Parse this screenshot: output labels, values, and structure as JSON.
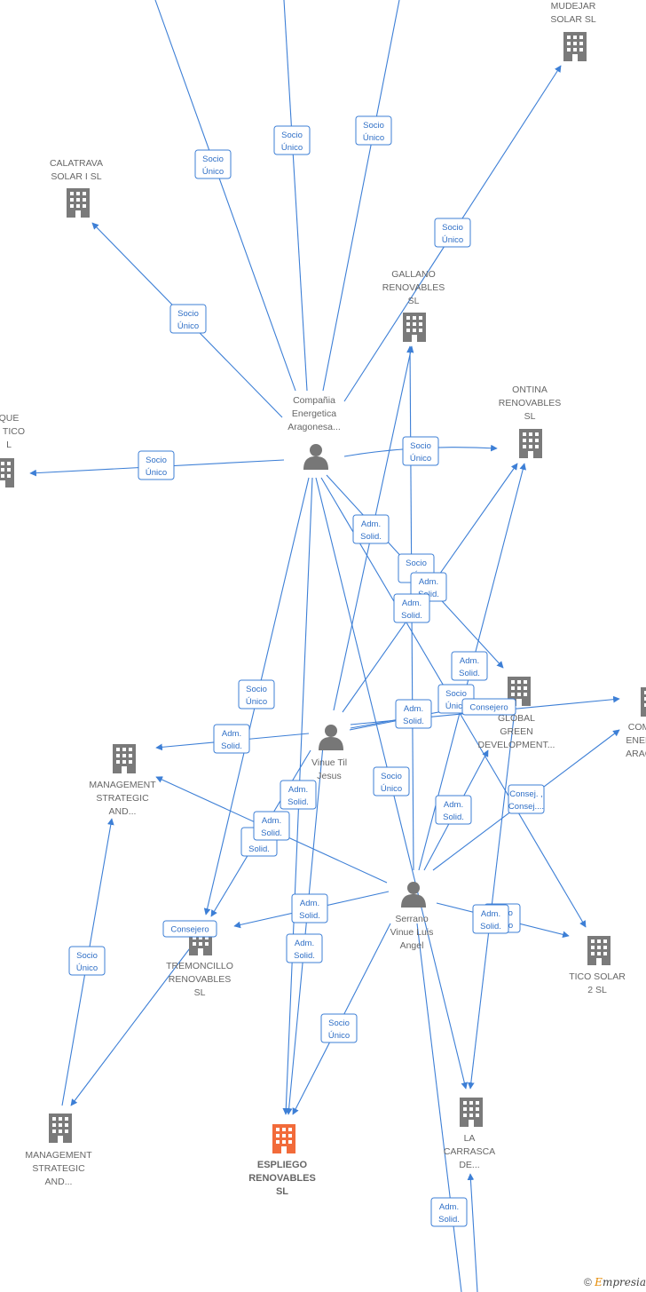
{
  "colors": {
    "edge": "#3d7fd6",
    "company": "#888888",
    "main_company": "#f26b3a",
    "person": "#777777",
    "label": "#666666"
  },
  "nodes": [
    {
      "id": "mudejar",
      "type": "company",
      "label": [
        "MUDEJAR",
        "SOLAR  SL"
      ],
      "icon": "building-icon"
    },
    {
      "id": "calatrava",
      "type": "company",
      "label": [
        "CALATRAVA",
        "SOLAR I  SL"
      ],
      "icon": "building-icon"
    },
    {
      "id": "gallano",
      "type": "company",
      "label": [
        "GALLANO",
        "RENOVABLES",
        "SL"
      ],
      "icon": "building-icon"
    },
    {
      "id": "ontina",
      "type": "company",
      "label": [
        "ONTINA",
        "RENOVABLES",
        "SL"
      ],
      "icon": "building-icon"
    },
    {
      "id": "parque",
      "type": "company",
      "label": [
        "QUE",
        "O TICO",
        "L"
      ],
      "icon": "building-icon"
    },
    {
      "id": "compania",
      "type": "person",
      "label": [
        "Compañia",
        "Energetica",
        "Aragonesa..."
      ],
      "icon": "person-icon"
    },
    {
      "id": "global",
      "type": "company",
      "label": [
        "GLOBAL",
        "GREEN",
        "DEVELOPMENT..."
      ],
      "icon": "building-icon"
    },
    {
      "id": "com_right",
      "type": "company",
      "label": [
        "COM",
        "ENER",
        "ARAG"
      ],
      "icon": "building-icon"
    },
    {
      "id": "vinue",
      "type": "person",
      "label": [
        "Vinue Til",
        "Jesus"
      ],
      "icon": "person-icon"
    },
    {
      "id": "mgmt1",
      "type": "company",
      "label": [
        "MANAGEMENT",
        "STRATEGIC",
        "AND..."
      ],
      "icon": "building-icon"
    },
    {
      "id": "tremoncillo",
      "type": "company",
      "label": [
        "TREMONCILLO",
        "RENOVABLES",
        "SL"
      ],
      "icon": "building-icon"
    },
    {
      "id": "serrano",
      "type": "person",
      "label": [
        "Serrano",
        "Vinue Luis",
        "Angel"
      ],
      "icon": "person-icon"
    },
    {
      "id": "tico",
      "type": "company",
      "label": [
        "TICO SOLAR",
        "2  SL"
      ],
      "icon": "building-icon"
    },
    {
      "id": "carrasca",
      "type": "company",
      "label": [
        "LA",
        "CARRASCA",
        "DE..."
      ],
      "icon": "building-icon"
    },
    {
      "id": "mgmt2",
      "type": "company",
      "label": [
        "MANAGEMENT",
        "STRATEGIC",
        "AND..."
      ],
      "icon": "building-icon"
    },
    {
      "id": "espliego",
      "type": "main_company",
      "label": [
        "ESPLIEGO",
        "RENOVABLES",
        "SL"
      ],
      "icon": "building-icon"
    }
  ],
  "badges": [
    {
      "id": "b1",
      "lines": [
        "Socio",
        "Único"
      ]
    },
    {
      "id": "b2",
      "lines": [
        "Socio",
        "Único"
      ]
    },
    {
      "id": "b3",
      "lines": [
        "Socio",
        "Único"
      ]
    },
    {
      "id": "b4",
      "lines": [
        "Socio",
        "Único"
      ]
    },
    {
      "id": "b5",
      "lines": [
        "Socio",
        "Único"
      ]
    },
    {
      "id": "b6",
      "lines": [
        "Socio",
        "Único"
      ]
    },
    {
      "id": "b7",
      "lines": [
        "Socio",
        "Único"
      ]
    },
    {
      "id": "b8",
      "lines": [
        "Adm.",
        "Solid."
      ]
    },
    {
      "id": "b9",
      "lines": [
        "Socio",
        "Ú"
      ]
    },
    {
      "id": "b10",
      "lines": [
        "Adm.",
        "Solid."
      ]
    },
    {
      "id": "b11",
      "lines": [
        "Adm.",
        "Solid."
      ]
    },
    {
      "id": "b12",
      "lines": [
        "Adm.",
        "Solid."
      ]
    },
    {
      "id": "b13",
      "lines": [
        "Socio",
        "Único"
      ]
    },
    {
      "id": "b14",
      "lines": [
        "Adm.",
        "Solid."
      ]
    },
    {
      "id": "b15",
      "lines": [
        "Adm.",
        "Solid."
      ]
    },
    {
      "id": "b16",
      "lines": [
        "Socio",
        "Único"
      ]
    },
    {
      "id": "b17",
      "lines": [
        "Consejero"
      ]
    },
    {
      "id": "b18",
      "lines": [
        "Socio",
        "Único"
      ]
    },
    {
      "id": "b19",
      "lines": [
        "Adm.",
        "Solid."
      ]
    },
    {
      "id": "b20",
      "lines": [
        "A",
        "Solid."
      ]
    },
    {
      "id": "b21",
      "lines": [
        "Adm.",
        "Solid."
      ]
    },
    {
      "id": "b22",
      "lines": [
        "Consej. ,",
        "Consej...."
      ]
    },
    {
      "id": "b23",
      "lines": [
        "Socio",
        "Único"
      ]
    },
    {
      "id": "b24",
      "lines": [
        "Consejero"
      ]
    },
    {
      "id": "b25",
      "lines": [
        "Adm.",
        "Solid."
      ]
    },
    {
      "id": "b26",
      "lines": [
        "Adm.",
        "Solid."
      ]
    },
    {
      "id": "b27",
      "lines": [
        "Socio",
        "Único"
      ]
    },
    {
      "id": "b28",
      "lines": [
        "Adm.",
        "Solid."
      ]
    },
    {
      "id": "b29",
      "lines": [
        "Socio",
        "Único"
      ]
    },
    {
      "id": "b30",
      "lines": [
        "Adm.",
        "Solid."
      ]
    },
    {
      "id": "b31",
      "lines": [
        "Adm.",
        "Solid."
      ]
    }
  ],
  "footer": {
    "copyright": "©",
    "brand_first": "E",
    "brand_rest": "mpresia"
  }
}
